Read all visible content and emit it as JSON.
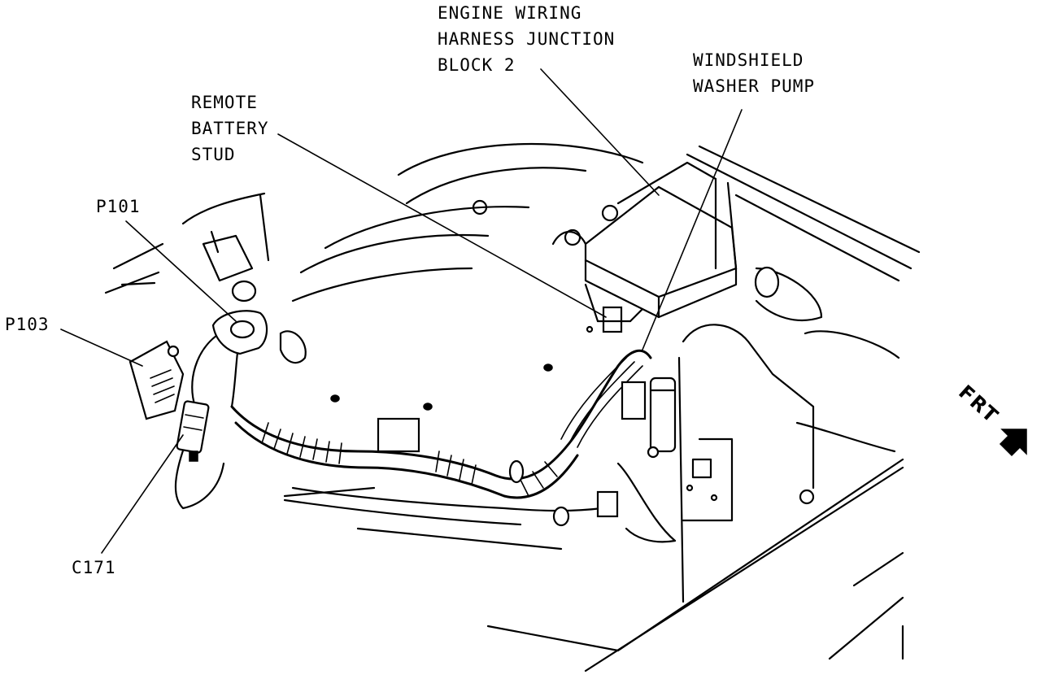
{
  "labels": {
    "junction_block": [
      "ENGINE WIRING",
      "HARNESS JUNCTION",
      "BLOCK 2"
    ],
    "washer_pump": [
      "WINDSHIELD",
      "WASHER PUMP"
    ],
    "battery_stud": [
      "REMOTE",
      "BATTERY",
      "STUD"
    ],
    "p101": "P101",
    "p103": "P103",
    "c171": "C171",
    "frt": "FRT"
  },
  "icons": {
    "front_arrow": "arrow-down-right-icon"
  }
}
